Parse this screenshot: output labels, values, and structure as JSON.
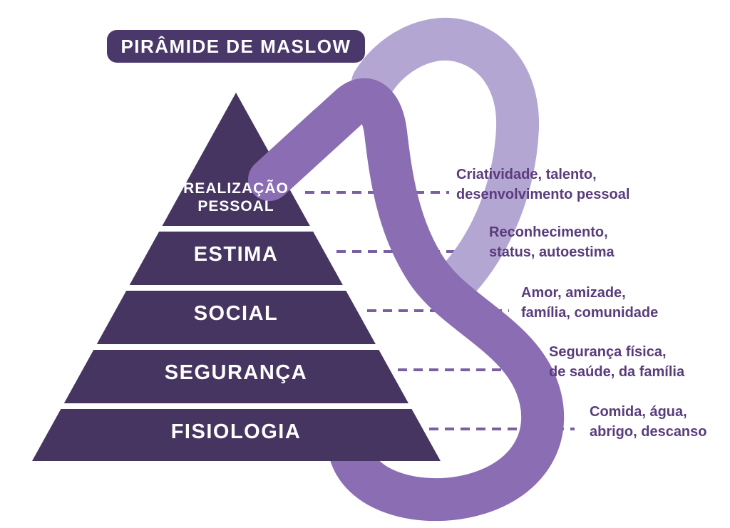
{
  "title": "PIRÂMIDE DE MASLOW",
  "levels": [
    {
      "label": "REALIZAÇÃO",
      "label_line2": "PESSOAL",
      "desc_line1": "Criatividade, talento,",
      "desc_line2": "desenvolvimento pessoal"
    },
    {
      "label": "ESTIMA",
      "desc_line1": "Reconhecimento,",
      "desc_line2": "status, autoestima"
    },
    {
      "label": "SOCIAL",
      "desc_line1": "Amor, amizade,",
      "desc_line2": "família, comunidade"
    },
    {
      "label": "SEGURANÇA",
      "desc_line1": "Segurança física,",
      "desc_line2": "de saúde, da família"
    },
    {
      "label": "FISIOLOGIA",
      "desc_line1": "Comida, água,",
      "desc_line2": "abrigo, descanso"
    }
  ],
  "colors": {
    "pyramid": "#463561",
    "badge_background": "#4b386b",
    "ribbon_light": "#b4a6d2",
    "ribbon_medium": "#8a6db3",
    "connector_dash": "#7b5fa3",
    "separator_line": "#ffffff",
    "level_text": "#ffffff",
    "description_text": "#5a3c7c"
  }
}
